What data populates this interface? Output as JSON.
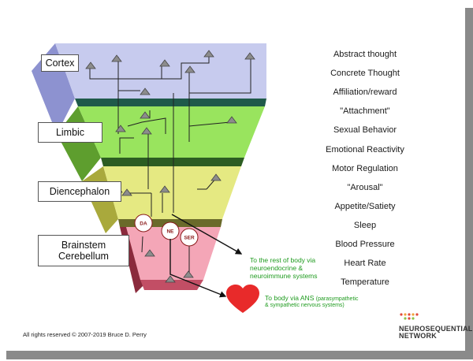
{
  "levels": {
    "cortex": "Cortex",
    "limbic": "Limbic",
    "diencephalon": "Diencephalon",
    "brainstem_line1": "Brainstem",
    "brainstem_line2": "Cerebellum"
  },
  "neurotransmitters": {
    "da": "DA",
    "ne": "NE",
    "ser": "SER"
  },
  "functions": [
    "Abstract thought",
    "Concrete Thought",
    "Affiliation/reward",
    "\"Attachment\"",
    "Sexual Behavior",
    "Emotional Reactivity",
    "Motor Regulation",
    "\"Arousal\"",
    "Appetite/Satiety",
    "Sleep",
    "Blood Pressure",
    "Heart Rate",
    "Temperature"
  ],
  "notes": {
    "body_rest_line1": "To the rest of body via",
    "body_rest_line2": "neuroendocrine &",
    "body_rest_line3": "neuroimmune systems",
    "ans_main": "To body via ANS",
    "ans_paren1": "(parasympathetic",
    "ans_paren2": "& sympathetic nervous systems)"
  },
  "footer": {
    "copyright": "All rights reserved © 2007-2019 Bruce D. Perry",
    "logo_line1": "NEUROSEQUENTIAL",
    "logo_line2": "NETWORK"
  },
  "colors": {
    "cortex": "#c7cbee",
    "cortex_side": "#8d92d0",
    "cortex_band": "#1f5a4a",
    "limbic": "#99e45e",
    "limbic_side": "#5e9e2e",
    "limbic_band": "#2c5d22",
    "diencephalon": "#e5e982",
    "diencephalon_side": "#a9a93c",
    "diencephalon_band": "#6a6a2a",
    "brainstem": "#f4a6b7",
    "brainstem_side": "#c24e65",
    "heart": "#e82a2a",
    "note_green": "#1f9b1f"
  }
}
